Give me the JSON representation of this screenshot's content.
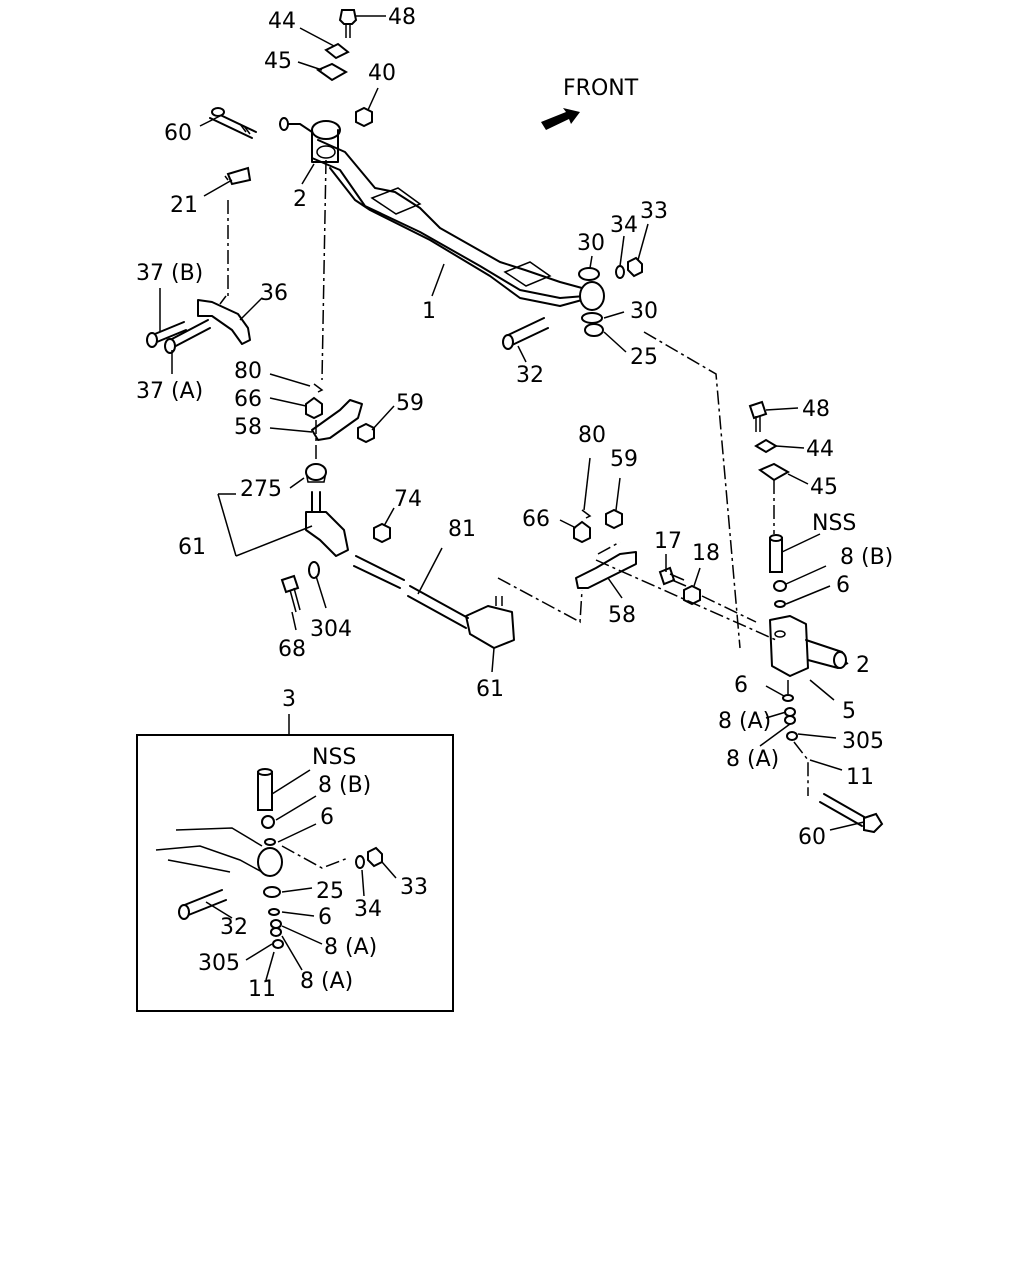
{
  "diagram": {
    "front_label": "FRONT",
    "callouts": {
      "c44a": "44",
      "c48a": "48",
      "c45a": "45",
      "c40": "40",
      "c60a": "60",
      "c21": "21",
      "c2a": "2",
      "c37b": "37 (B)",
      "c36": "36",
      "c37a": "37 (A)",
      "c1": "1",
      "c30a": "30",
      "c34a": "34",
      "c33a": "33",
      "c30b": "30",
      "c32a": "32",
      "c25a": "25",
      "c80a": "80",
      "c66a": "66",
      "c59a": "59",
      "c58a": "58",
      "c275": "275",
      "c74": "74",
      "c61a": "61",
      "c81": "81",
      "c68": "68",
      "c304": "304",
      "c61b": "61",
      "c80b": "80",
      "c59b": "59",
      "c66b": "66",
      "c58b": "58",
      "c17": "17",
      "c18": "18",
      "c48b": "48",
      "c44b": "44",
      "c45b": "45",
      "cNSSa": "NSS",
      "c8Ba": "8 (B)",
      "c6a": "6",
      "c2b": "2",
      "c5": "5",
      "c6b": "6",
      "c8Aa": "8 (A)",
      "c305a": "305",
      "c8Ab": "8 (A)",
      "c11a": "11",
      "c60b": "60",
      "c3": "3"
    },
    "inset_callouts": {
      "iNSS": "NSS",
      "i8B": "8 (B)",
      "i6a": "6",
      "i25": "25",
      "i33": "33",
      "i34": "34",
      "i32": "32",
      "i6b": "6",
      "i8Aa": "8 (A)",
      "i305": "305",
      "i11": "11",
      "i8Ab": "8 (A)"
    }
  }
}
